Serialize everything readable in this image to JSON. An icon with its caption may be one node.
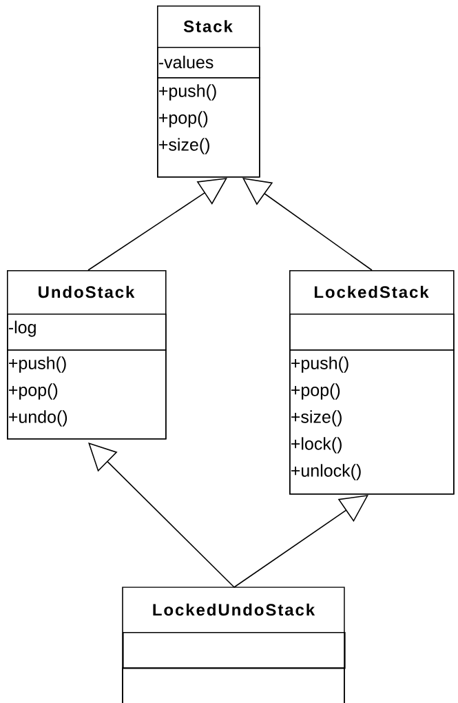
{
  "diagram": {
    "nodes": [
      {
        "text": [
          "Stack"
        ]
      },
      {
        "text": [
          "-values"
        ],
        "in": 0
      },
      {
        "text": [
          "+push()",
          "+pop()",
          "+size()"
        ],
        "in": 0
      },
      {
        "text": [
          "UndoStack"
        ]
      },
      {
        "text": [
          "-log"
        ],
        "in": 3
      },
      {
        "text": [
          "+push()",
          "+pop()",
          "+undo()"
        ],
        "in": 3
      },
      {
        "text": [
          "LockedStack"
        ]
      },
      {
        "text": [],
        "shape": "box",
        "in": 6
      },
      {
        "text": [
          "+push()",
          "+pop()",
          "+size()",
          "+lock()",
          "+unlock()"
        ],
        "in": 6
      },
      {
        "text": [
          "LockedUndoStack"
        ]
      },
      {
        "text": [],
        "shape": "box",
        "in": 9
      },
      {
        "text": [],
        "shape": "box",
        "in": 9
      }
    ],
    "edges": [
      {
        "from": 3,
        "to": 0,
        "arrow": "to"
      },
      {
        "from": 6,
        "to": 0,
        "arrow": "to"
      },
      {
        "from": 9,
        "to": 3,
        "arrow": "to"
      },
      {
        "from": 9,
        "to": 6,
        "arrow": "to"
      }
    ]
  }
}
